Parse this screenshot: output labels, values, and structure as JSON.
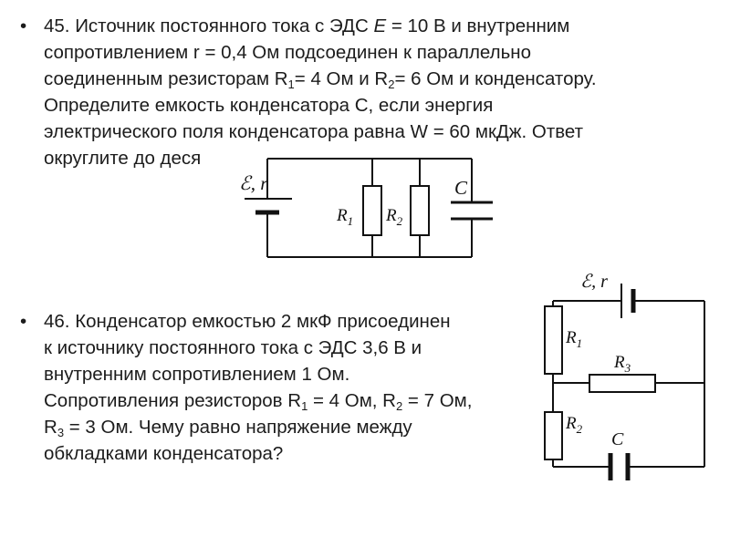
{
  "problem_45": {
    "bullet": "•",
    "line1_a": "45. Источник постоянного тока с ЭДС ",
    "line1_E": "E",
    "line1_b": " = 10 В и внутренним",
    "line2": "сопротивлением r = 0,4 Ом подсоединен к параллельно",
    "line3_a": "соединенным резисторам R",
    "line3_s1": "1",
    "line3_b": "= 4 Ом и R",
    "line3_s2": "2",
    "line3_c": "= 6 Ом и конденсатору.",
    "line4": "Определите емкость конденсатора С, если энергия",
    "line5": "электрического поля конденсатора равна W = 60 мкДж. Ответ",
    "line6": "округлите до деся",
    "circuit_labels": {
      "source": "ℰ, r",
      "r1": "R",
      "r1_sub": "1",
      "r2": "R",
      "r2_sub": "2",
      "c": "C"
    }
  },
  "problem_46": {
    "bullet": "•",
    "line1": "46. Конденсатор емкостью 2 мкФ присоединен",
    "line2": "к источнику постоянного   тока с ЭДС 3,6 В и",
    "line3": "внутренним  сопротивлением 1 Ом.",
    "line4_a": "Сопротивления  резисторов R",
    "line4_s1": "1",
    "line4_b": " = 4 Ом,    R",
    "line4_s2": "2",
    "line4_c": " = 7 Ом,",
    "line5_a": "R",
    "line5_s3": "3",
    "line5_b": " = 3 Ом.  Чему равно напряжение между",
    "line6": "обкладками конденсатора?",
    "circuit_labels": {
      "source": "ℰ, r",
      "r1": "R",
      "r1_sub": "1",
      "r2": "R",
      "r2_sub": "2",
      "r3": "R",
      "r3_sub": "3",
      "c": "C"
    }
  }
}
